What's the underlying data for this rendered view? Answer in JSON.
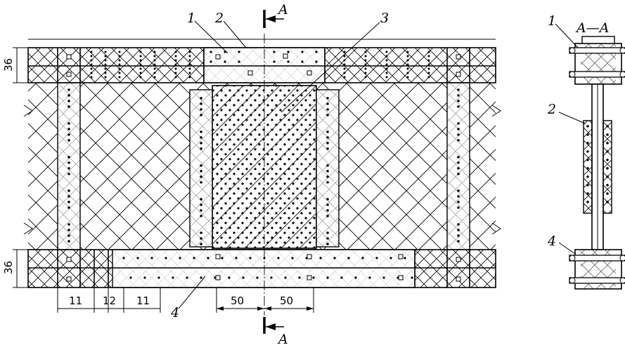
{
  "plan_view": {
    "callouts": [
      "1",
      "2",
      "3",
      "4"
    ],
    "section_mark": "A",
    "dimensions": {
      "flange_height_top": "36",
      "flange_height_bottom": "36",
      "spacing_left": "11",
      "spacing_mid": "12",
      "spacing_right": "11",
      "splice_half_left": "50",
      "splice_half_right": "50"
    }
  },
  "section_view": {
    "title": "A—A",
    "callouts": [
      "1",
      "2",
      "4"
    ]
  }
}
